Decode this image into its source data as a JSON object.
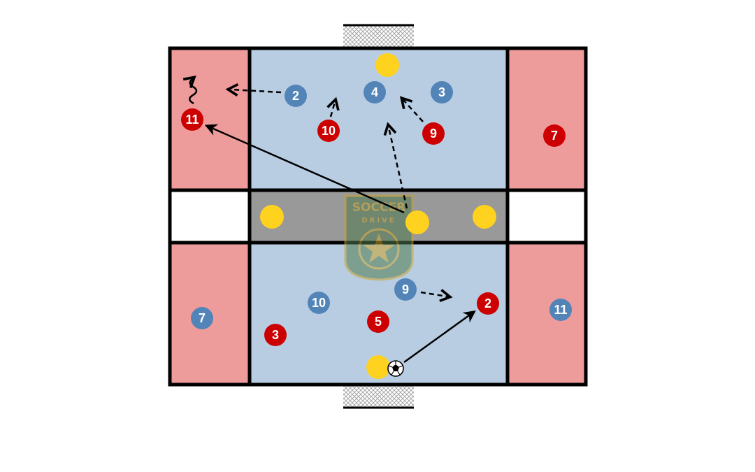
{
  "colors": {
    "field": "#b8cde2",
    "zone": "#ee9b9b",
    "neutral_band": "#999999",
    "gap": "#ffffff",
    "line": "#000000",
    "red_player": "#cc0000",
    "blue_player": "#5384b8",
    "yellow_player": "#ffd21f",
    "goal_net": "#dddddd"
  },
  "logo": {
    "line1": "SOCCER",
    "line2": "DRIVE"
  },
  "players": {
    "red": [
      {
        "number": "11",
        "zone": "top-left-side",
        "icon": "red-player"
      },
      {
        "number": "10",
        "zone": "top-field",
        "icon": "red-player"
      },
      {
        "number": "9",
        "zone": "top-field",
        "icon": "red-player"
      },
      {
        "number": "7",
        "zone": "top-right-side",
        "icon": "red-player"
      },
      {
        "number": "3",
        "zone": "bottom-field",
        "icon": "red-player"
      },
      {
        "number": "5",
        "zone": "bottom-field",
        "icon": "red-player"
      },
      {
        "number": "2",
        "zone": "bottom-field",
        "icon": "red-player"
      }
    ],
    "blue": [
      {
        "number": "2",
        "zone": "top-field",
        "icon": "blue-player"
      },
      {
        "number": "4",
        "zone": "top-field",
        "icon": "blue-player"
      },
      {
        "number": "3",
        "zone": "top-field",
        "icon": "blue-player"
      },
      {
        "number": "7",
        "zone": "bottom-left-side",
        "icon": "blue-player"
      },
      {
        "number": "10",
        "zone": "bottom-field",
        "icon": "blue-player"
      },
      {
        "number": "9",
        "zone": "bottom-field",
        "icon": "blue-player"
      },
      {
        "number": "11",
        "zone": "bottom-right-side",
        "icon": "blue-player"
      }
    ],
    "yellow": [
      {
        "role": "top-goalkeeper"
      },
      {
        "role": "neutral-left"
      },
      {
        "role": "neutral-center"
      },
      {
        "role": "neutral-right"
      },
      {
        "role": "bottom-goalkeeper"
      }
    ]
  },
  "movements": [
    {
      "type": "pass",
      "style": "solid",
      "from": "neutral-center",
      "to": "red-11"
    },
    {
      "type": "pass",
      "style": "solid",
      "from": "ball",
      "to": "red-2-bottom"
    },
    {
      "type": "run",
      "style": "dashed",
      "from": "blue-2",
      "direction": "left"
    },
    {
      "type": "run",
      "style": "dashed",
      "from": "red-10",
      "direction": "up"
    },
    {
      "type": "run",
      "style": "dashed",
      "from": "red-9",
      "direction": "up-left"
    },
    {
      "type": "run",
      "style": "dashed",
      "from": "neutral-center",
      "direction": "up"
    },
    {
      "type": "run",
      "style": "dashed",
      "from": "blue-9-bottom",
      "direction": "right"
    },
    {
      "type": "dribble",
      "style": "wavy",
      "from": "red-11",
      "direction": "up"
    }
  ],
  "ball_icon": "soccer-ball-icon"
}
